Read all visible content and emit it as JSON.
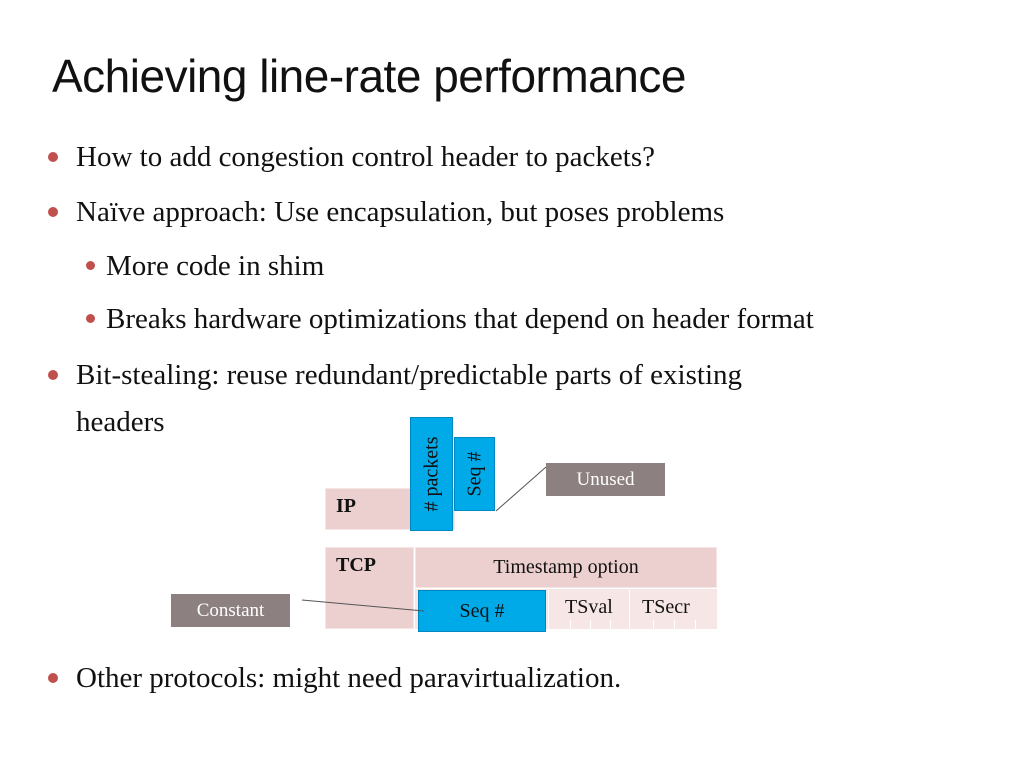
{
  "slide": {
    "title": "Achieving line-rate performance",
    "bullets": [
      "How to add congestion control header to packets?",
      "Naïve approach: Use encapsulation, but poses problems",
      "More code in shim",
      "Breaks hardware optimizations that depend on header format",
      "Bit-stealing: reuse redundant/predictable parts of existing",
      "headers",
      "Other protocols: might need paravirtualization."
    ]
  },
  "diagram": {
    "ip_label": "IP",
    "packets_field": "# packets",
    "ip_seq_field": "Seq #",
    "unused_label": "Unused",
    "tcp_label": "TCP",
    "timestamp_option": "Timestamp option",
    "tcp_seq_field": "Seq #",
    "tsval": "TSval",
    "tsecr": "TSecr",
    "constant_label": "Constant"
  },
  "colors": {
    "bullet": "#c0504d",
    "header_fill": "#ecd0cf",
    "stolen_field": "#00a9e8",
    "callout": "#8c8081"
  }
}
